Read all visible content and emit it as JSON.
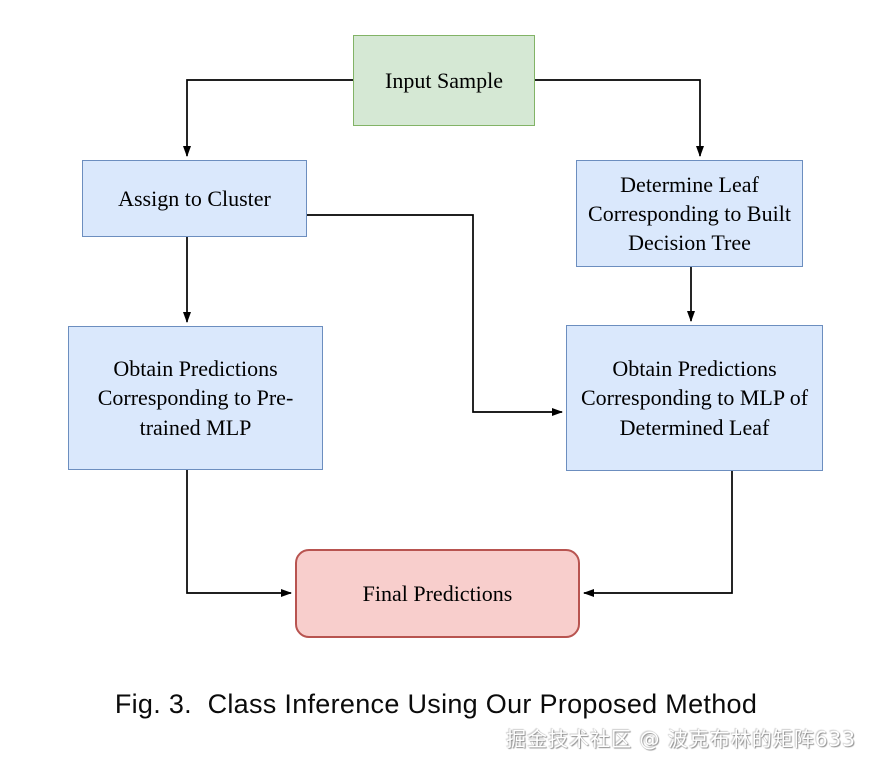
{
  "diagram": {
    "nodes": {
      "input_sample": {
        "label": "Input Sample"
      },
      "assign_cluster": {
        "label": "Assign to Cluster"
      },
      "determine_leaf": {
        "label": "Determine Leaf Corresponding to Built Decision Tree"
      },
      "obtain_pretrained": {
        "label": "Obtain Predictions Corresponding to Pre-trained MLP"
      },
      "obtain_leaf_mlp": {
        "label": "Obtain Predictions Corresponding to MLP of Determined Leaf"
      },
      "final_predictions": {
        "label": "Final Predictions"
      }
    },
    "colors": {
      "green_fill": "#d5e8d4",
      "green_border": "#82b366",
      "blue_fill": "#dae8fc",
      "blue_border": "#6c8ebf",
      "pink_fill": "#f8cecc",
      "pink_border": "#b85450",
      "arrow": "#000000"
    }
  },
  "caption": {
    "text": "Fig. 3.  Class Inference Using Our Proposed Method"
  },
  "watermark": {
    "text": "掘金技术社区 @ 波克布林的矩阵633"
  }
}
